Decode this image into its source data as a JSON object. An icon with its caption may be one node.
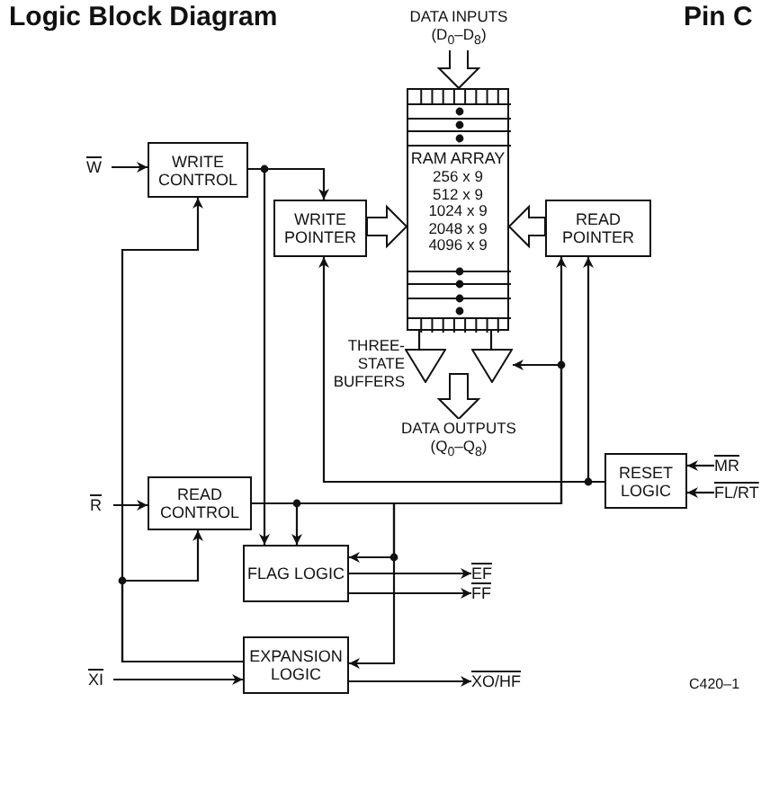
{
  "diagram": {
    "title": "Logic Block Diagram",
    "nodes": [
      {
        "text": [
          "DATA INPUTS (D$_{0}$–D$_{8}$)"
        ]
      },
      {
        "text": [
          "RAM ARRAY",
          "256 x 9",
          "512 x 9",
          "1024 x 9",
          "2048 x 9",
          "4096 x 9"
        ]
      },
      {
        "text": [
          "W"
        ]
      },
      {
        "text": [
          "WRITE CONTROL"
        ]
      },
      {
        "text": [
          "WRITE POINTER"
        ]
      },
      {
        "text": [
          "READ POINTER"
        ]
      },
      {
        "text": [],
        "shape": "triangle",
        "beside": [
          "THREE-STATE BUFFERS"
        ]
      },
      {
        "text": [],
        "shape": "triangle"
      },
      {
        "text": [
          "DATA OUTPUTS (Q$_{0}$–Q$_{8}$)"
        ]
      },
      {
        "text": [
          "RESET LOGIC"
        ]
      },
      {
        "text": [
          "MR"
        ]
      },
      {
        "text": [
          "FL/RT"
        ]
      },
      {
        "text": [
          "R"
        ]
      },
      {
        "text": [
          "READ CONTROL"
        ]
      },
      {
        "text": [
          "FLAG LOGIC"
        ]
      },
      {
        "text": [
          "EF"
        ]
      },
      {
        "text": [
          "FF"
        ]
      },
      {
        "text": [
          "XI"
        ]
      },
      {
        "text": [
          "EXPANSION LOGIC"
        ]
      },
      {
        "text": [
          "XO/HF"
        ]
      }
    ],
    "edges": [
      {
        "from": 0,
        "to": 1,
        "arrow": "to",
        "style": "thick"
      },
      {
        "from": 2,
        "to": 3,
        "arrow": "to"
      },
      {
        "from": 3,
        "to": 4,
        "arrow": "to"
      },
      {
        "from": 3,
        "to": 14,
        "arrow": "to"
      },
      {
        "from": 4,
        "to": 1,
        "arrow": "to",
        "style": "thick"
      },
      {
        "from": 5,
        "to": 1,
        "arrow": "to",
        "style": "thick"
      },
      {
        "from": 1,
        "to": 6,
        "arrow": "none"
      },
      {
        "from": 1,
        "to": 7,
        "arrow": "none"
      },
      {
        "from": 6,
        "to": 8,
        "arrow": "to",
        "style": "thick"
      },
      {
        "from": 7,
        "to": 8,
        "arrow": "to",
        "style": "thick"
      },
      {
        "from": 10,
        "to": 9,
        "arrow": "to"
      },
      {
        "from": 11,
        "to": 9,
        "arrow": "to"
      },
      {
        "from": 9,
        "to": 4,
        "arrow": "to"
      },
      {
        "from": 9,
        "to": 5,
        "arrow": "to"
      },
      {
        "from": 12,
        "to": 13,
        "arrow": "to"
      },
      {
        "from": 13,
        "to": 5,
        "arrow": "to"
      },
      {
        "from": 13,
        "to": 7,
        "arrow": "to"
      },
      {
        "from": 13,
        "to": 14,
        "arrow": "to"
      },
      {
        "from": 13,
        "to": 14,
        "arrow": "to"
      },
      {
        "from": 13,
        "to": 18,
        "arrow": "to"
      },
      {
        "from": 14,
        "to": 15,
        "arrow": "to"
      },
      {
        "from": 14,
        "to": 16,
        "arrow": "to"
      },
      {
        "from": 17,
        "to": 18,
        "arrow": "to"
      },
      {
        "from": 18,
        "to": 3,
        "arrow": "to"
      },
      {
        "from": 18,
        "to": 13,
        "arrow": "to"
      },
      {
        "from": 18,
        "to": 19,
        "arrow": "to"
      }
    ],
    "labels": [
      "Pin C",
      "C420–1"
    ]
  }
}
